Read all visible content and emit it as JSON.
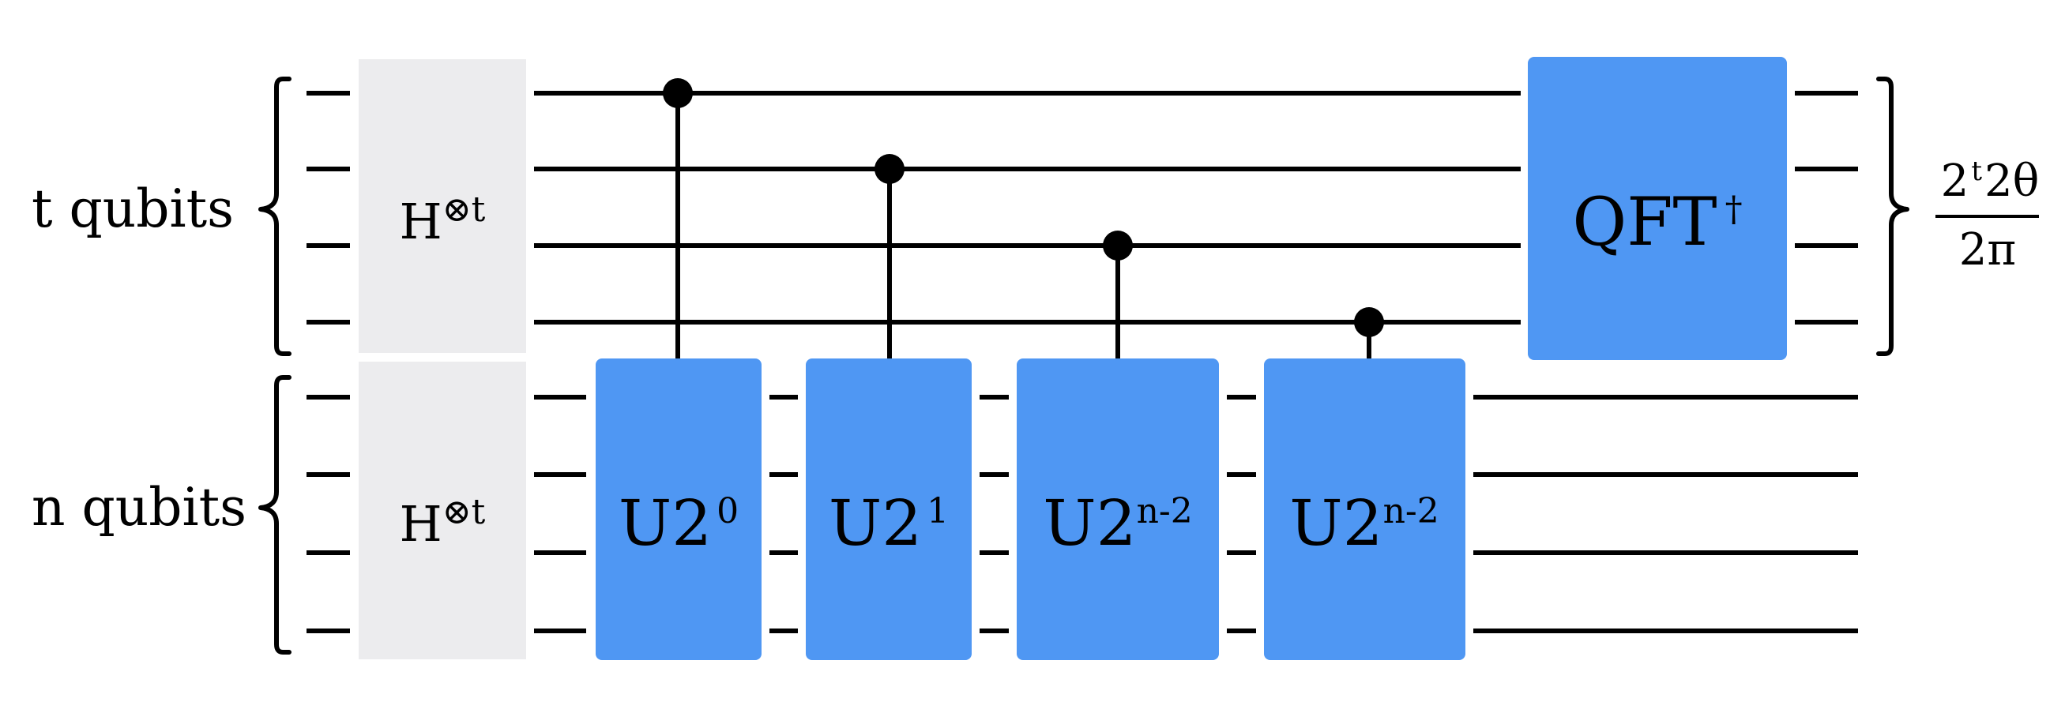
{
  "registers": {
    "top": {
      "label": "t qubits"
    },
    "bottom": {
      "label": "n qubits"
    }
  },
  "hadamard": {
    "top": {
      "base": "H",
      "sup": "⊗t"
    },
    "bottom": {
      "base": "H",
      "sup": "⊗t"
    }
  },
  "controlled_unitaries": [
    {
      "base": "U",
      "mid": "2",
      "sup": "0"
    },
    {
      "base": "U",
      "mid": "2",
      "sup": "1"
    },
    {
      "base": "U",
      "mid": "2",
      "sup": "n-2"
    },
    {
      "base": "U",
      "mid": "2",
      "sup": "n-2"
    }
  ],
  "qft": {
    "base": "QFT",
    "sup": "†"
  },
  "output": {
    "numerator_base": "2",
    "numerator_sup": "t",
    "numerator_rest": "2θ",
    "denominator": "2π"
  },
  "colors": {
    "gate_blue": "#4f97f3",
    "hadamard_gray": "#ececee",
    "wire": "#000000"
  }
}
